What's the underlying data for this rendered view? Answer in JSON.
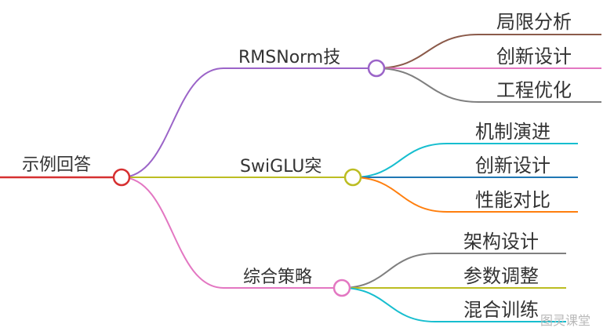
{
  "mindmap": {
    "root": {
      "label": "示例回答",
      "color": "#d63031"
    },
    "branches": [
      {
        "label": "RMSNorm技",
        "color": "#9b64c8",
        "children": [
          {
            "label": "局限分析",
            "color": "#8b5a4a"
          },
          {
            "label": "创新设计",
            "color": "#e377c2"
          },
          {
            "label": "工程优化",
            "color": "#7f7f7f"
          }
        ]
      },
      {
        "label": "SwiGLU突",
        "color": "#bcbd22",
        "children": [
          {
            "label": "机制演进",
            "color": "#17becf"
          },
          {
            "label": "创新设计",
            "color": "#1f77b4"
          },
          {
            "label": "性能对比",
            "color": "#ff7f0e"
          }
        ]
      },
      {
        "label": "综合策略",
        "color": "#e377c2",
        "children": [
          {
            "label": "架构设计",
            "color": "#7f7f7f"
          },
          {
            "label": "参数调整",
            "color": "#bcbd22"
          },
          {
            "label": "混合训练",
            "color": "#17becf"
          }
        ]
      }
    ]
  },
  "watermark": "图灵课堂"
}
